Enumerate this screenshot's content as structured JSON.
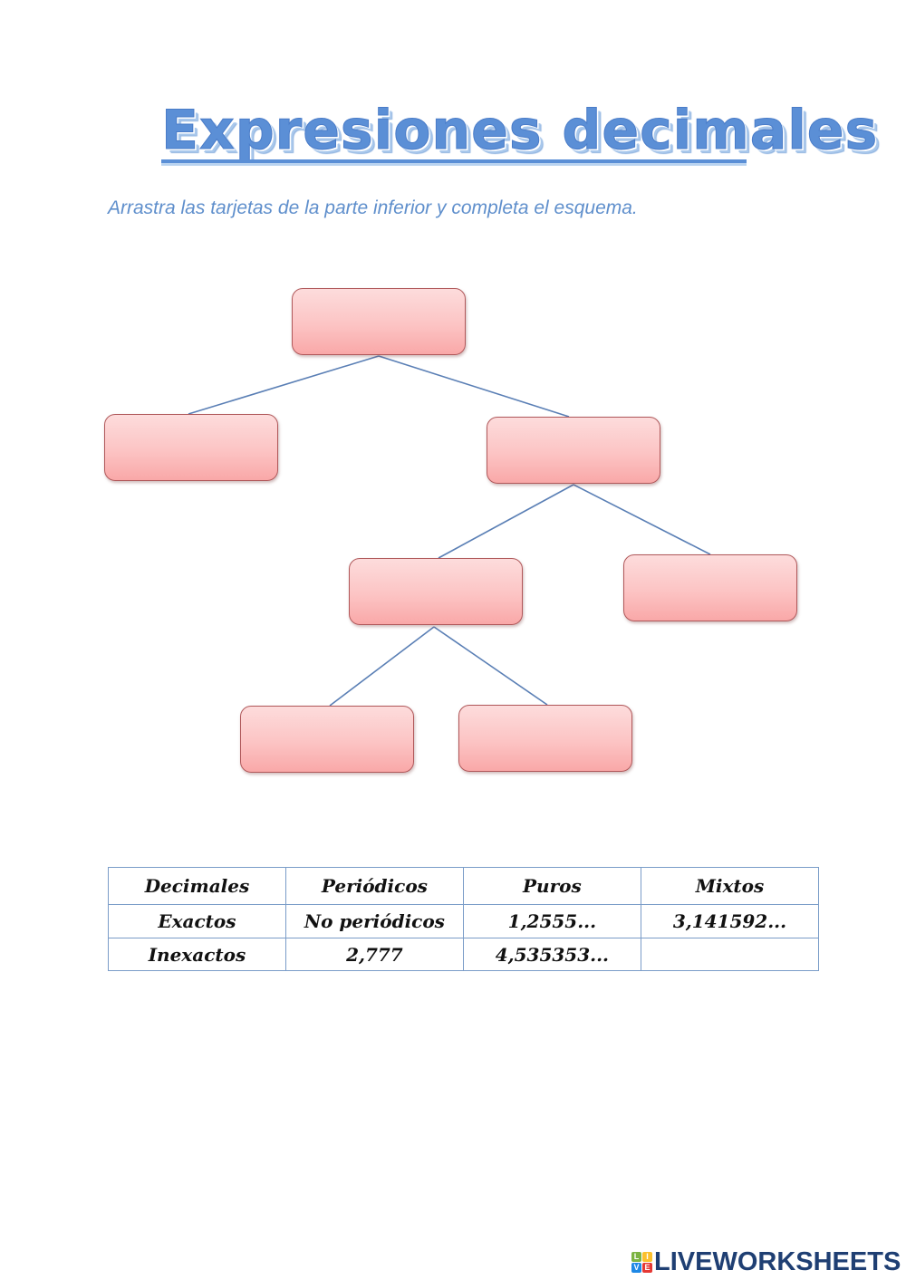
{
  "header": {
    "title": "Expresiones decimales",
    "instructions": "Arrastra las tarjetas de la parte inferior y completa el esquema."
  },
  "diagram": {
    "type": "tree",
    "slots": [
      {
        "id": "root",
        "label": ""
      },
      {
        "id": "left",
        "label": ""
      },
      {
        "id": "right",
        "label": ""
      },
      {
        "id": "right-left",
        "label": ""
      },
      {
        "id": "right-right",
        "label": ""
      },
      {
        "id": "right-left-left",
        "label": ""
      },
      {
        "id": "right-left-right",
        "label": ""
      }
    ],
    "colors": {
      "slot_fill": "#fcc4c4",
      "slot_border": "#b0585a",
      "connector": "#5a7fb5"
    }
  },
  "cards": {
    "rows": [
      [
        "Decimales",
        "Periódicos",
        "Puros",
        "Mixtos"
      ],
      [
        "Exactos",
        "No periódicos",
        "1,2555...",
        "3,141592..."
      ],
      [
        "Inexactos",
        "2,777",
        "4,535353...",
        ""
      ]
    ]
  },
  "footer": {
    "logo_letters": [
      "L",
      "I",
      "V",
      "E"
    ],
    "brand": "LIVEWORKSHEETS"
  },
  "colors": {
    "title": "#5b8fd6",
    "instructions": "#5f8fcc",
    "table_border": "#7a9cc8",
    "brand": "#1f3f73"
  }
}
